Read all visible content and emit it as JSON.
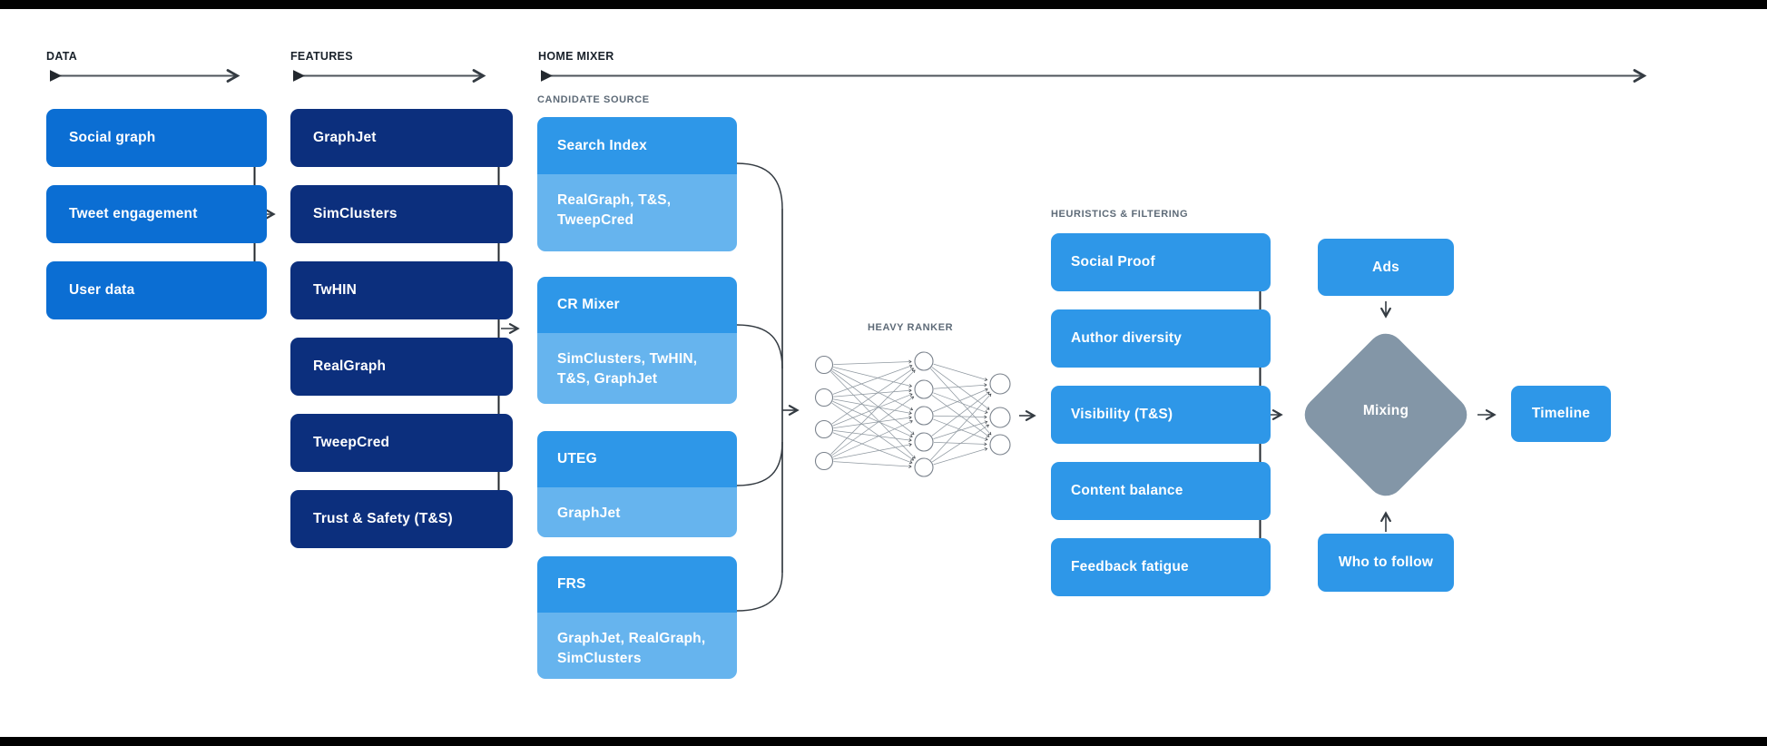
{
  "page": {
    "background": "#ffffff",
    "top_bar_color": "#000000",
    "bottom_bar_color": "#000000"
  },
  "colors": {
    "data_box": "#0b6ed3",
    "feature_box": "#0c2f7d",
    "source_header": "#2e97e8",
    "source_body": "#66b4ee",
    "heuristic_box": "#2e97e8",
    "output_box": "#2e97e8",
    "diamond": "#8396a7",
    "connector": "#343b42",
    "header_line": "#4d545b",
    "section_label": "#1a222b",
    "sub_label": "#5d6a77"
  },
  "sections": {
    "data": {
      "label": "DATA",
      "items": [
        "Social graph",
        "Tweet engagement",
        "User data"
      ]
    },
    "features": {
      "label": "FEATURES",
      "items": [
        "GraphJet",
        "SimClusters",
        "TwHIN",
        "RealGraph",
        "TweepCred",
        "Trust & Safety (T&S)"
      ]
    },
    "home_mixer": {
      "label": "HOME MIXER",
      "candidate_source": {
        "label": "CANDIDATE SOURCE",
        "sources": [
          {
            "name": "Search Index",
            "uses": "RealGraph, T&S, TweepCred"
          },
          {
            "name": "CR Mixer",
            "uses": "SimClusters, TwHIN, T&S, GraphJet"
          },
          {
            "name": "UTEG",
            "uses": "GraphJet"
          },
          {
            "name": "FRS",
            "uses": "GraphJet, RealGraph, SimClusters"
          }
        ]
      },
      "heavy_ranker": {
        "label": "HEAVY RANKER",
        "layers": [
          4,
          5,
          3
        ]
      },
      "heuristics": {
        "label": "HEURISTICS & FILTERING",
        "items": [
          "Social Proof",
          "Author diversity",
          "Visibility (T&S)",
          "Content balance",
          "Feedback fatigue"
        ]
      },
      "mixing": {
        "ads": "Ads",
        "diamond": "Mixing",
        "who_to_follow": "Who to follow",
        "timeline": "Timeline"
      }
    }
  }
}
